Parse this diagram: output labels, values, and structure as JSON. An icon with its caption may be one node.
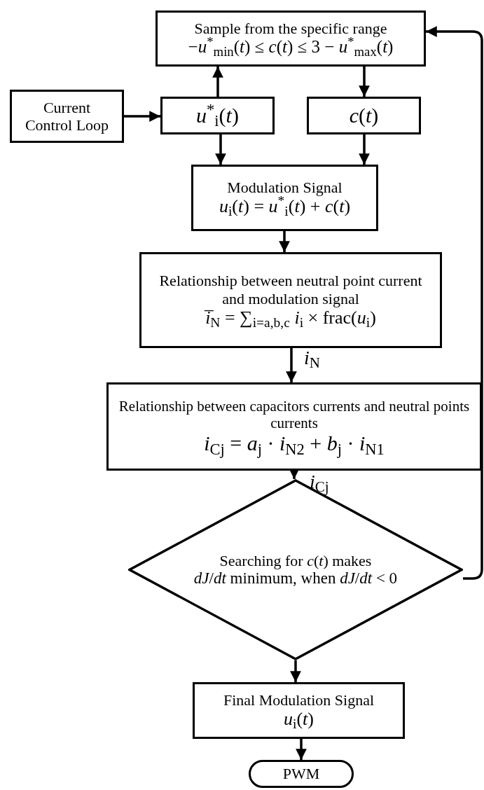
{
  "diagram": {
    "nodes": [
      {
        "text": [
          "Sample from the specific range",
          "−*u*$^{*}$$_{min}$(*t*) ≤ *c*(*t*) ≤ 3 − *u*$^{*}$$_{max}$(*t*)"
        ]
      },
      {
        "text": [
          "Current Control Loop"
        ]
      },
      {
        "text": [
          "*u*$^{*}$$_{i}$(*t*)"
        ]
      },
      {
        "text": [
          "*c*(*t*)"
        ]
      },
      {
        "text": [
          "Modulation Signal",
          "*u*$_{i}$(*t*) = *u*$^{*}$$_{i}$(*t*) + *c*(*t*)"
        ]
      },
      {
        "text": [
          "Relationship between neutral point current and modulation signal",
          "*i̅*$_{N}$ = ∑$_{i=a,b,c}$ *i*$_{i}$ × frac(*u*$_{i}$)"
        ]
      },
      {
        "text": [
          "Relationship between capacitors currents and neutral points currents",
          "*i*$_{Cj}$ = *a*$_{j}$ · *i*$_{N2}$ + *b*$_{j}$ · *i*$_{N1}$"
        ]
      },
      {
        "text": [
          "Searching for *c*(*t*) makes",
          "*dJ*/*dt* minimum, when *dJ*/*dt* < 0"
        ]
      },
      {
        "text": [
          "Final Modulation Signal",
          "*u*$_{i}$(*t*)"
        ]
      },
      {
        "text": [
          "PWM"
        ]
      }
    ],
    "edges": [
      {
        "from": 1,
        "to": 2,
        "arrow": "to"
      },
      {
        "from": 2,
        "to": 0,
        "arrow": "to"
      },
      {
        "from": 0,
        "to": 3,
        "arrow": "to"
      },
      {
        "from": 2,
        "to": 4,
        "arrow": "to"
      },
      {
        "from": 3,
        "to": 4,
        "arrow": "to"
      },
      {
        "from": 4,
        "to": 5,
        "arrow": "to"
      },
      {
        "from": 5,
        "to": 6,
        "arrow": "to",
        "label": "*i*$_{N}$"
      },
      {
        "from": 6,
        "to": 7,
        "arrow": "to",
        "label": "*i*$_{Cj}$"
      },
      {
        "from": 7,
        "to": 8,
        "arrow": "to"
      },
      {
        "from": 8,
        "to": 9,
        "arrow": "to"
      },
      {
        "from": 7,
        "to": 0,
        "arrow": "to"
      }
    ]
  }
}
